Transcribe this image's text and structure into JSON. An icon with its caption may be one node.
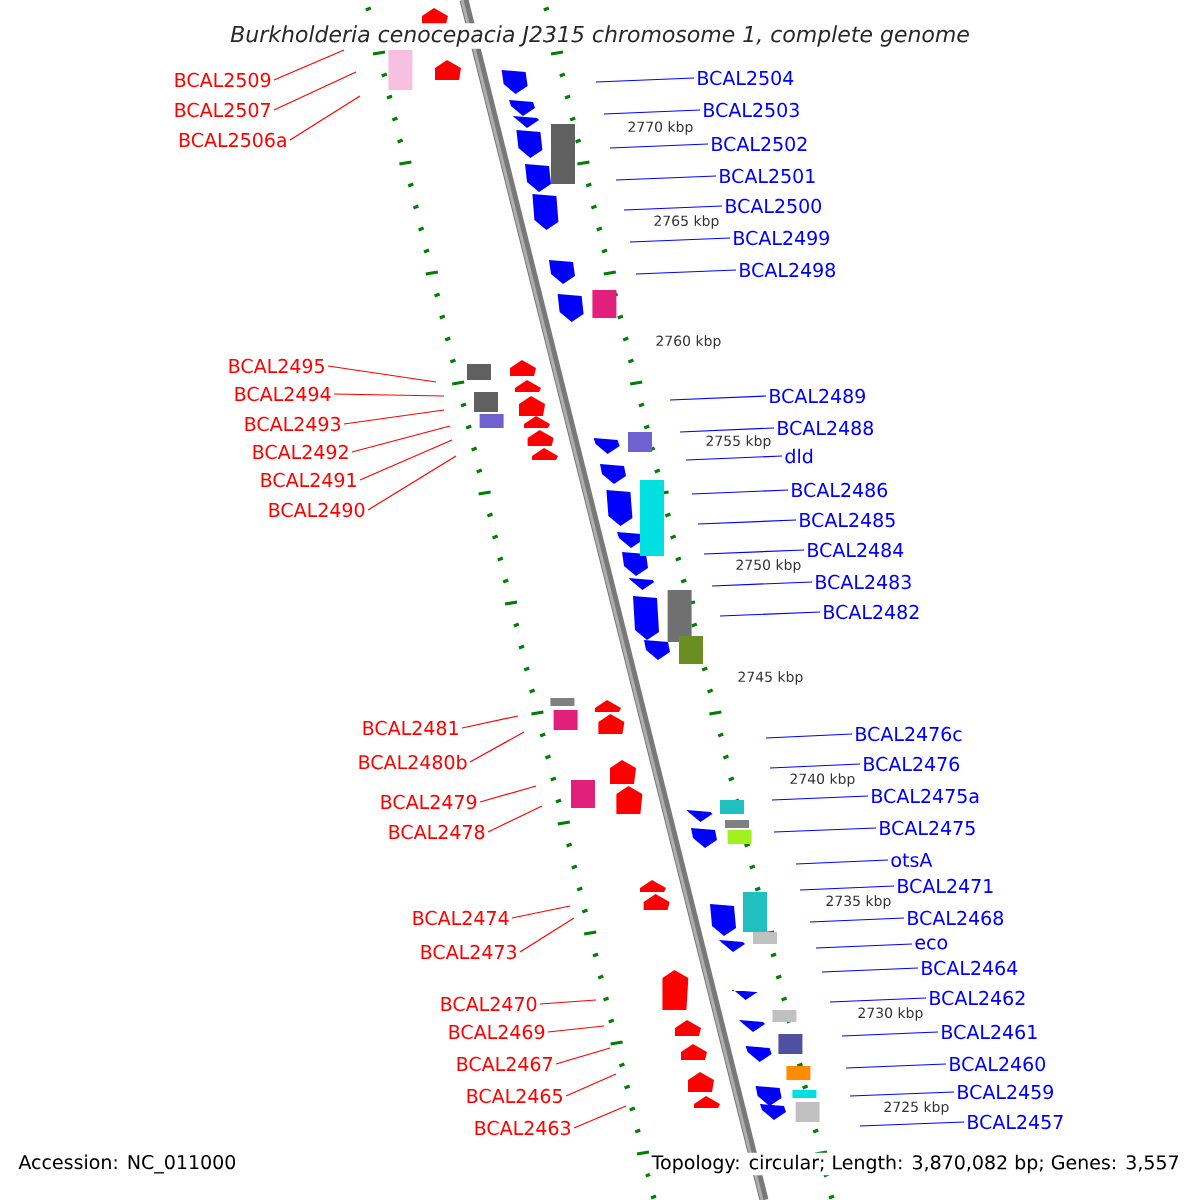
{
  "diagram": {
    "title": "Burkholderia cenocepacia J2315 chromosome 1, complete genome",
    "nodes": [
      {
        "text": [
          "BCAL2509"
        ]
      },
      {
        "text": [
          "BCAL2507"
        ]
      },
      {
        "text": [
          "BCAL2506a"
        ]
      },
      {
        "text": [
          "BCAL2495"
        ]
      },
      {
        "text": [
          "BCAL2494"
        ]
      },
      {
        "text": [
          "BCAL2493"
        ]
      },
      {
        "text": [
          "BCAL2492"
        ]
      },
      {
        "text": [
          "BCAL2491"
        ]
      },
      {
        "text": [
          "BCAL2490"
        ]
      },
      {
        "text": [
          "BCAL2481"
        ]
      },
      {
        "text": [
          "BCAL2480b"
        ]
      },
      {
        "text": [
          "BCAL2479"
        ]
      },
      {
        "text": [
          "BCAL2478"
        ]
      },
      {
        "text": [
          "BCAL2474"
        ]
      },
      {
        "text": [
          "BCAL2473"
        ]
      },
      {
        "text": [
          "BCAL2470"
        ]
      },
      {
        "text": [
          "BCAL2469"
        ]
      },
      {
        "text": [
          "BCAL2467"
        ]
      },
      {
        "text": [
          "BCAL2465"
        ]
      },
      {
        "text": [
          "BCAL2463"
        ]
      },
      {
        "text": [
          "BCAL2504"
        ]
      },
      {
        "text": [
          "BCAL2503"
        ]
      },
      {
        "text": [
          "BCAL2502"
        ]
      },
      {
        "text": [
          "BCAL2501"
        ]
      },
      {
        "text": [
          "BCAL2500"
        ]
      },
      {
        "text": [
          "BCAL2499"
        ]
      },
      {
        "text": [
          "BCAL2498"
        ]
      },
      {
        "text": [
          "BCAL2489"
        ]
      },
      {
        "text": [
          "BCAL2488"
        ]
      },
      {
        "text": [
          "dld"
        ]
      },
      {
        "text": [
          "BCAL2486"
        ]
      },
      {
        "text": [
          "BCAL2485"
        ]
      },
      {
        "text": [
          "BCAL2484"
        ]
      },
      {
        "text": [
          "BCAL2483"
        ]
      },
      {
        "text": [
          "BCAL2482"
        ]
      },
      {
        "text": [
          "BCAL2476c"
        ]
      },
      {
        "text": [
          "BCAL2476"
        ]
      },
      {
        "text": [
          "BCAL2475a"
        ]
      },
      {
        "text": [
          "BCAL2475"
        ]
      },
      {
        "text": [
          "otsA"
        ]
      },
      {
        "text": [
          "BCAL2471"
        ]
      },
      {
        "text": [
          "BCAL2468"
        ]
      },
      {
        "text": [
          "eco"
        ]
      },
      {
        "text": [
          "BCAL2464"
        ]
      },
      {
        "text": [
          "BCAL2462"
        ]
      },
      {
        "text": [
          "BCAL2461"
        ]
      },
      {
        "text": [
          "BCAL2460"
        ]
      },
      {
        "text": [
          "BCAL2459"
        ]
      },
      {
        "text": [
          "BCAL2457"
        ]
      }
    ],
    "edges": [
      {
        "from": 0,
        "to": null,
        "arrow": "none",
        "color": "#ff0000"
      },
      {
        "from": 1,
        "to": null,
        "arrow": "none",
        "color": "#ff0000"
      },
      {
        "from": 2,
        "to": null,
        "arrow": "none",
        "color": "#ff0000"
      },
      {
        "from": 3,
        "to": null,
        "arrow": "none",
        "color": "#ff0000"
      },
      {
        "from": 4,
        "to": null,
        "arrow": "none",
        "color": "#ff0000"
      },
      {
        "from": 5,
        "to": null,
        "arrow": "none",
        "color": "#ff0000"
      },
      {
        "from": 6,
        "to": null,
        "arrow": "none",
        "color": "#ff0000"
      },
      {
        "from": 7,
        "to": null,
        "arrow": "none",
        "color": "#ff0000"
      },
      {
        "from": 8,
        "to": null,
        "arrow": "none",
        "color": "#ff0000"
      },
      {
        "from": 9,
        "to": null,
        "arrow": "none",
        "color": "#ff0000"
      },
      {
        "from": 10,
        "to": null,
        "arrow": "none",
        "color": "#ff0000"
      },
      {
        "from": 11,
        "to": null,
        "arrow": "none",
        "color": "#ff0000"
      },
      {
        "from": 12,
        "to": null,
        "arrow": "none",
        "color": "#ff0000"
      },
      {
        "from": 13,
        "to": null,
        "arrow": "none",
        "color": "#ff0000"
      },
      {
        "from": 14,
        "to": null,
        "arrow": "none",
        "color": "#ff0000"
      },
      {
        "from": 15,
        "to": null,
        "arrow": "none",
        "color": "#ff0000"
      },
      {
        "from": 16,
        "to": null,
        "arrow": "none",
        "color": "#ff0000"
      },
      {
        "from": 17,
        "to": null,
        "arrow": "none",
        "color": "#ff0000"
      },
      {
        "from": 18,
        "to": null,
        "arrow": "none",
        "color": "#ff0000"
      },
      {
        "from": 19,
        "to": null,
        "arrow": "none",
        "color": "#ff0000"
      },
      {
        "from": 20,
        "to": null,
        "arrow": "none"
      },
      {
        "from": 21,
        "to": null,
        "arrow": "none"
      },
      {
        "from": 22,
        "to": null,
        "arrow": "none"
      },
      {
        "from": 23,
        "to": null,
        "arrow": "none"
      },
      {
        "from": 24,
        "to": null,
        "arrow": "none"
      },
      {
        "from": 25,
        "to": null,
        "arrow": "none"
      },
      {
        "from": 26,
        "to": null,
        "arrow": "none"
      },
      {
        "from": 27,
        "to": null,
        "arrow": "none"
      },
      {
        "from": 28,
        "to": null,
        "arrow": "none"
      },
      {
        "from": 29,
        "to": null,
        "arrow": "none"
      },
      {
        "from": 30,
        "to": null,
        "arrow": "none"
      },
      {
        "from": 31,
        "to": null,
        "arrow": "none"
      },
      {
        "from": 32,
        "to": null,
        "arrow": "none"
      },
      {
        "from": 33,
        "to": null,
        "arrow": "none"
      },
      {
        "from": 34,
        "to": null,
        "arrow": "none"
      },
      {
        "from": 35,
        "to": null,
        "arrow": "none"
      },
      {
        "from": 36,
        "to": null,
        "arrow": "none"
      },
      {
        "from": 37,
        "to": null,
        "arrow": "none"
      },
      {
        "from": 38,
        "to": null,
        "arrow": "none"
      },
      {
        "from": 39,
        "to": null,
        "arrow": "none"
      },
      {
        "from": 40,
        "to": null,
        "arrow": "none"
      },
      {
        "from": 41,
        "to": null,
        "arrow": "none"
      },
      {
        "from": 42,
        "to": null,
        "arrow": "none"
      },
      {
        "from": 43,
        "to": null,
        "arrow": "none"
      },
      {
        "from": 44,
        "to": null,
        "arrow": "none"
      },
      {
        "from": 45,
        "to": null,
        "arrow": "none"
      },
      {
        "from": 46,
        "to": null,
        "arrow": "none"
      },
      {
        "from": 47,
        "to": null,
        "arrow": "none"
      },
      {
        "from": 48,
        "to": null,
        "arrow": "none"
      }
    ],
    "labels": [
      "2770 kbp",
      "2765 kbp",
      "2760 kbp",
      "2755 kbp",
      "2750 kbp",
      "2745 kbp",
      "2740 kbp",
      "2735 kbp",
      "2730 kbp",
      "2725 kbp",
      "Accession: NC_011000",
      "Topology: circular; Length: 3,870,082 bp; Genes: 3,557"
    ]
  }
}
